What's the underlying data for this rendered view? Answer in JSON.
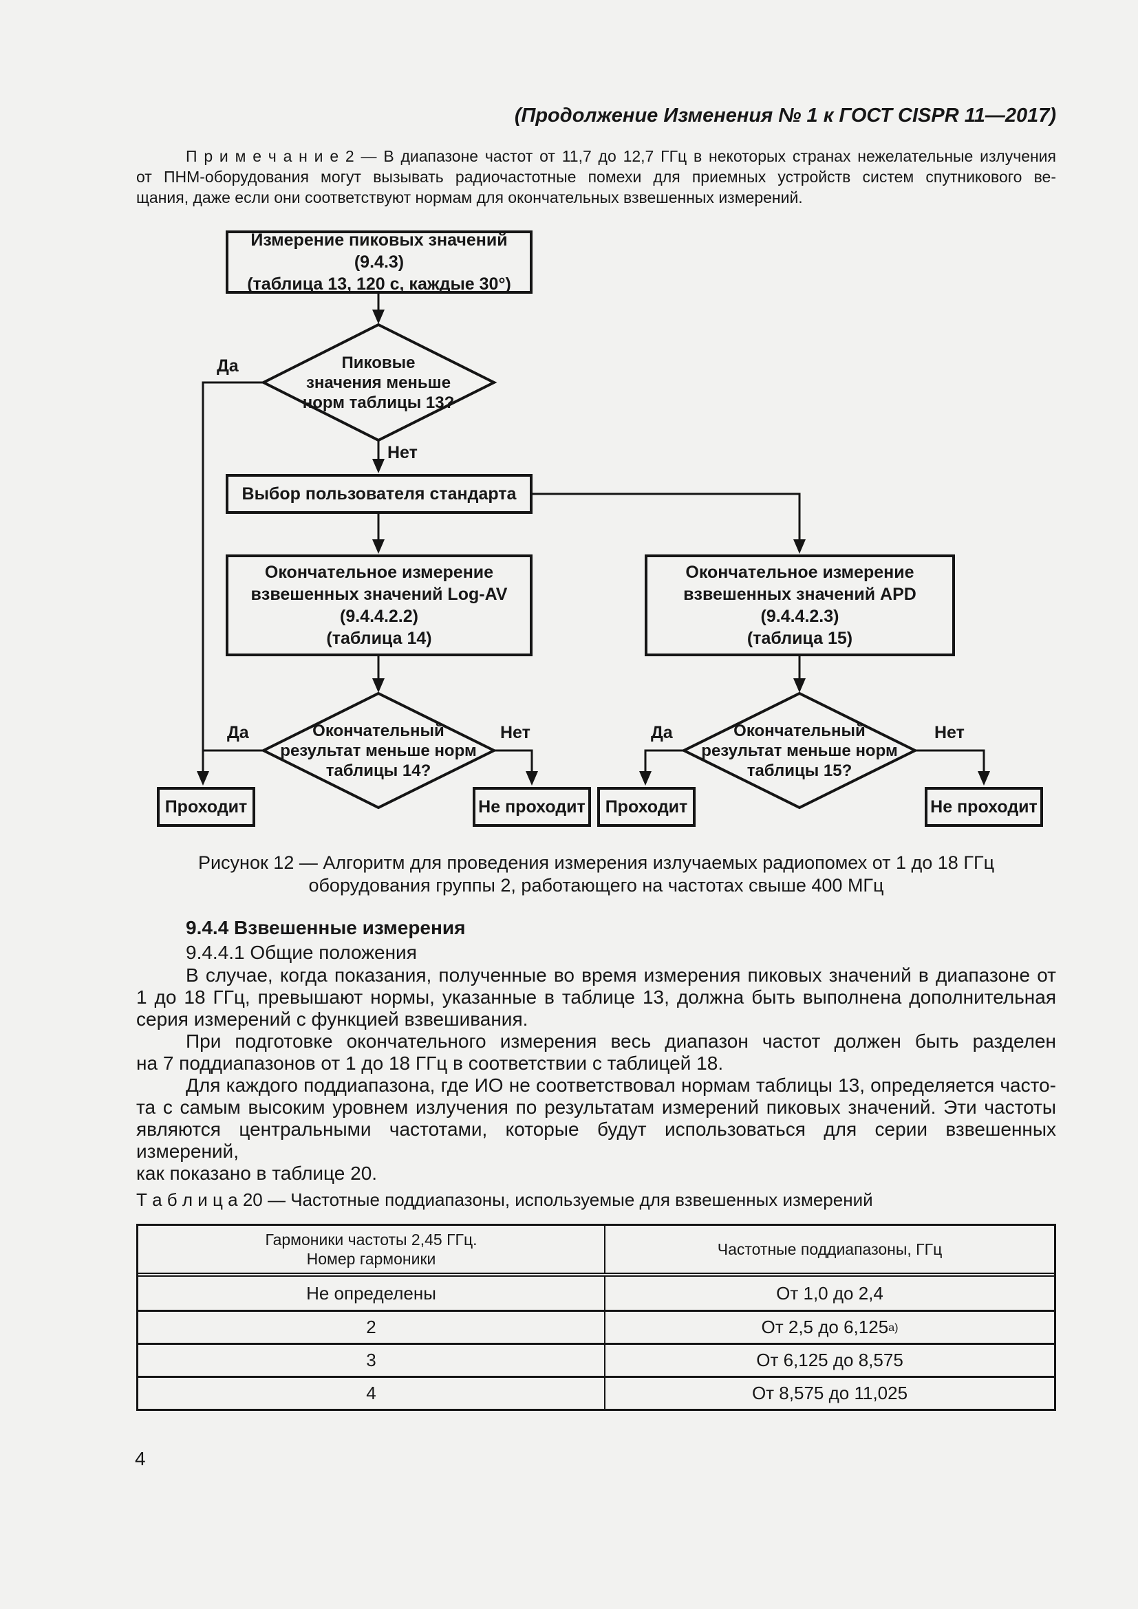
{
  "page": {
    "header": "(Продолжение Изменения № 1 к ГОСТ CISPR 11—2017)",
    "page_number": "4"
  },
  "note": {
    "line1": "П р и м е ч а н и е  2 — В диапазоне частот от 11,7 до 12,7 ГГц в некоторых странах нежелательные излучения",
    "line2": "от ПНМ-оборудования могут вызывать радиочастотные помехи для приемных устройств систем спутникового ве-",
    "line3": "щания, даже если они соответствуют нормам для окончательных взвешенных измерений."
  },
  "flowchart": {
    "peak_box": "Измерение пиковых значений (9.4.3)\n(таблица 13, 120 с, каждые 30°)",
    "decision1": "Пиковые\nзначения меньше\nнорм таблицы 13?",
    "label_yes": "Да",
    "label_no": "Нет",
    "choice_box": "Выбор пользователя стандарта",
    "logav_box": "Окончательное измерение\nвзвешенных значений Log-AV\n(9.4.4.2.2)\n(таблица 14)",
    "apd_box": "Окончательное измерение\nвзвешенных значений APD\n(9.4.4.2.3)\n(таблица 15)",
    "decision2": "Окончательный\nрезультат меньше норм\nтаблицы 14?",
    "decision3": "Окончательный\nрезультат меньше норм\nтаблицы 15?",
    "pass": "Проходит",
    "fail": "Не проходит"
  },
  "caption": {
    "line1": "Рисунок 12 — Алгоритм для проведения измерения излучаемых радиопомех от 1 до 18 ГГц",
    "line2": "оборудования группы 2, работающего на частотах свыше 400 МГц"
  },
  "sections": {
    "heading": "9.4.4 Взвешенные измерения",
    "subheading": "9.4.4.1 Общие положения"
  },
  "body": {
    "p1l1": "В случае, когда показания, полученные во время измерения пиковых значений в диапазоне от",
    "p1l2": "1 до 18 ГГц, превышают нормы, указанные в таблице 13, должна быть выполнена дополнительная",
    "p1l3": "серия измерений с функцией взвешивания.",
    "p2l1": "При подготовке окончательного измерения весь диапазон частот должен быть разделен",
    "p2l2": "на 7 поддиапазонов от 1 до 18 ГГц в соответствии с таблицей 18.",
    "p3l1": "Для каждого поддиапазона, где ИО не соответствовал нормам таблицы 13, определяется часто-",
    "p3l2": "та с самым высоким уровнем излучения по результатам измерений пиковых значений. Эти частоты",
    "p3l3": "являются центральными частотами, которые будут использоваться для серии взвешенных измерений,",
    "p3l4": "как показано в таблице 20."
  },
  "table": {
    "title": "Т а б л и ц а  20 — Частотные поддиапазоны, используемые для взвешенных измерений",
    "col1_header": "Гармоники частоты 2,45 ГГц.\nНомер гармоники",
    "col2_header": "Частотные поддиапазоны, ГГц",
    "rows": [
      {
        "harmonic": "Не определены",
        "range": "От 1,0 до 2,4",
        "range_sup": ""
      },
      {
        "harmonic": "2",
        "range": "От 2,5 до 6,125",
        "range_sup": "а)"
      },
      {
        "harmonic": "3",
        "range": "От 6,125 до 8,575",
        "range_sup": ""
      },
      {
        "harmonic": "4",
        "range": "От 8,575 до 11,025",
        "range_sup": ""
      }
    ]
  }
}
